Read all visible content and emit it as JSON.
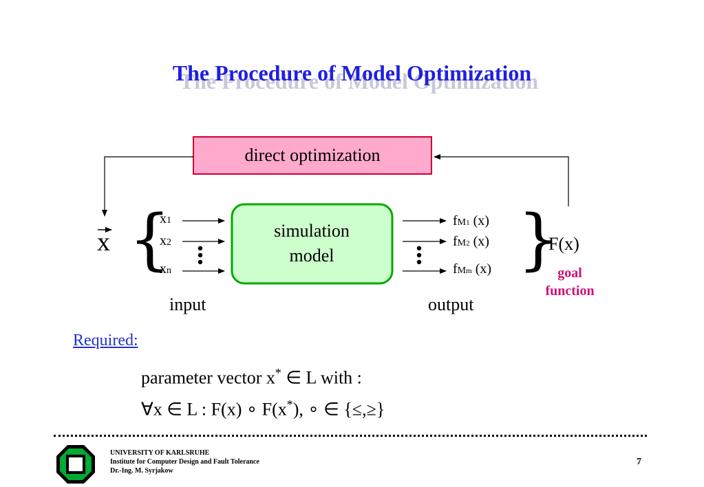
{
  "title": "The Procedure of Model Optimization",
  "diagram": {
    "optimization_box": "direct optimization",
    "simulation_box_line1": "simulation",
    "simulation_box_line2": "model",
    "vector_symbol": "x",
    "inputs": [
      {
        "base": "x",
        "sub": "1"
      },
      {
        "base": "x",
        "sub": "2"
      },
      {
        "base": "x",
        "sub": "n"
      }
    ],
    "outputs": [
      {
        "base": "f",
        "sub": "M",
        "subsub": "1",
        "arg": "(x)"
      },
      {
        "base": "f",
        "sub": "M",
        "subsub": "2",
        "arg": "(x)"
      },
      {
        "base": "f",
        "sub": "M",
        "subsub": "m",
        "arg": "(x)"
      }
    ],
    "goal_expr": "F(x)",
    "goal_line1": "goal",
    "goal_line2": "function",
    "input_label": "input",
    "output_label": "output"
  },
  "required": {
    "label": "Required:",
    "line1_prefix": "parameter vector x",
    "line1_sup": "*",
    "line1_suffix": " ∈ L with :",
    "line2_prefix": "∀x ∈ L : F(x) ∘ F(x",
    "line2_sup": "*",
    "line2_suffix": "),   ∘ ∈ {≤,≥}"
  },
  "footer": {
    "line1": "UNIVERSITY OF KARLSRUHE",
    "line2": "Institute for Computer Design and Fault Tolerance",
    "line3": "Dr.-Ing. M. Syrjakow",
    "page": "7"
  },
  "colors": {
    "title": "#1f1fe0",
    "optimization_fill": "#ffaacc",
    "optimization_border": "#cc0033",
    "simulation_fill": "#ccffcc",
    "simulation_border": "#00aa00",
    "goal": "#cc1177",
    "required": "#2233cc"
  }
}
